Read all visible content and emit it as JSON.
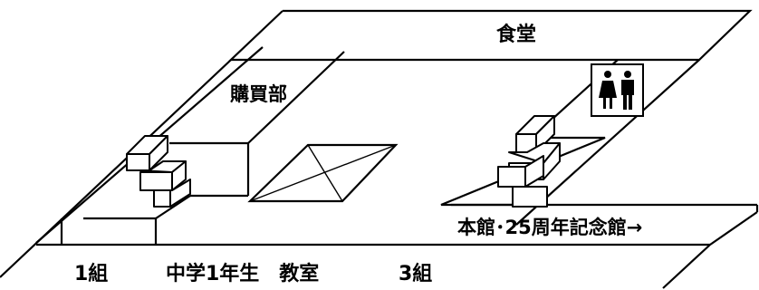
{
  "labels": {
    "cafeteria": "食堂",
    "school_store": "購買部",
    "main_building": "本館･25周年記念館→",
    "class_1": "1組",
    "classroom": "中学1年生　教室",
    "class_3": "3組"
  },
  "icons": {
    "restroom": "restroom-icon",
    "stairs_left": "stairs-icon",
    "stairs_right": "stairs-icon",
    "atrium": "atrium-skylight-icon"
  }
}
